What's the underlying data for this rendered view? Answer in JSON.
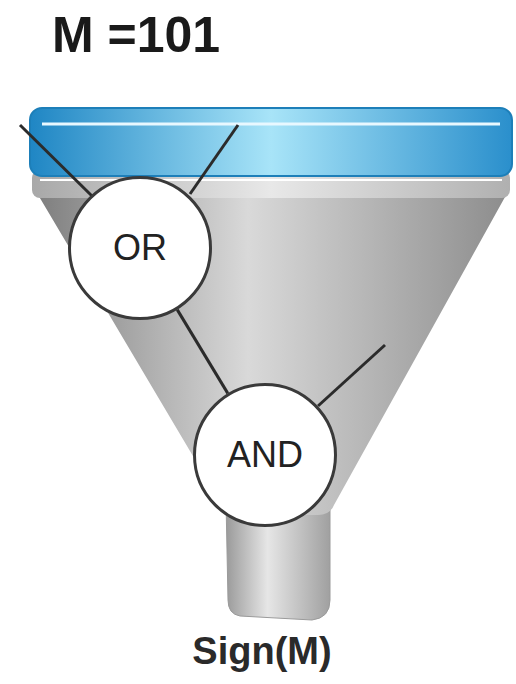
{
  "diagram": {
    "title": "M =101",
    "nodes": [
      {
        "text": [
          "OR"
        ]
      },
      {
        "text": [
          "AND"
        ]
      }
    ],
    "edges": [
      {
        "from": 0,
        "to": 1,
        "arrow": "none"
      }
    ],
    "labels": [
      "Sign(M)"
    ]
  }
}
